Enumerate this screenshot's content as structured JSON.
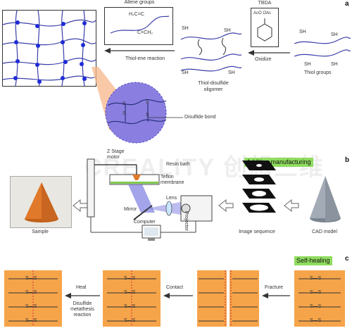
{
  "panel_a": {
    "letter": "a",
    "tbda_label": "TBDA",
    "tbda_formula": "AcO  OAc",
    "oxidize_label": "Oxidize",
    "thiol_groups_label": "Thiol groups",
    "sh_label": "SH",
    "alkene_groups_label": "Allene groups",
    "alkene_formula_1": "H₂C=C",
    "alkene_formula_2": "C=CH₂",
    "thiol_ene_label": "Thiol-ene reaction",
    "oligomer_label_1": "Thiol-disulfide",
    "oligomer_label_2": "oligomer",
    "disulfide_bond_label": "Disulfide bond",
    "s_label": "S"
  },
  "panel_b": {
    "letter": "b",
    "tag": "Additive manufacturing",
    "z_stage_label_1": "Z Stage",
    "z_stage_label_2": "motor",
    "resin_bath_label": "Resin bath",
    "teflon_label_1": "Teflon",
    "teflon_label_2": "membrane",
    "mirror_label": "Mirror",
    "lens_label": "Lens",
    "projector_label": "Projector",
    "computer_label": "Computer",
    "sample_label": "Sample",
    "image_sequence_label": "Image sequence",
    "cad_model_label": "CAD model"
  },
  "panel_c": {
    "letter": "c",
    "tag": "Self-healing",
    "fracture_label": "Fracture",
    "contact_label": "Contact",
    "heal_label": "Heal",
    "disulfide_label": "Disulfide",
    "metathesis_label": "metathesis",
    "reaction_label": "reaction",
    "bond_label": "S—S"
  },
  "watermark": "CREALITY 创想三维",
  "colors": {
    "network_line": "#3a3fa8",
    "node": "#1e2bd6",
    "sphere": "#8a7fe0",
    "orange": "#f6a44a",
    "green_tag": "#8fdc5e",
    "cone_gray": "#9aa3ad",
    "sample_orange": "#e07a2a"
  }
}
